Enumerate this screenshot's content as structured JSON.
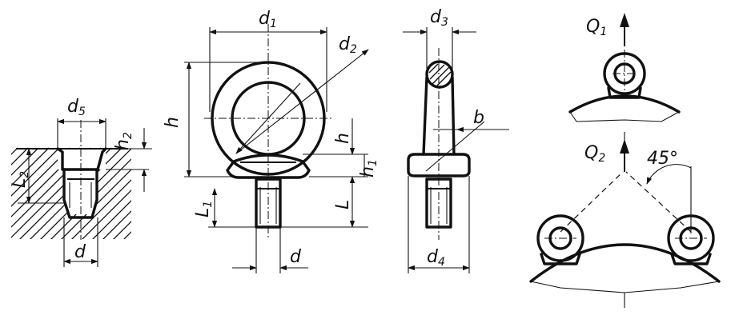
{
  "labels": {
    "d": "d",
    "d1": "d",
    "d1_sub": "1",
    "d2": "d",
    "d2_sub": "2",
    "d3": "d",
    "d3_sub": "3",
    "d4": "d",
    "d4_sub": "4",
    "d5": "d",
    "d5_sub": "5",
    "h": "h",
    "h1": "h",
    "h1_sub": "1",
    "h2": "h",
    "h2_sub": "2",
    "L": "L",
    "L1": "L",
    "L1_sub": "1",
    "L2": "L",
    "L2_sub": "2",
    "b": "b",
    "Q1": "Q",
    "Q1_sub": "1",
    "Q2": "Q",
    "Q2_sub": "2",
    "angle": "45°"
  }
}
